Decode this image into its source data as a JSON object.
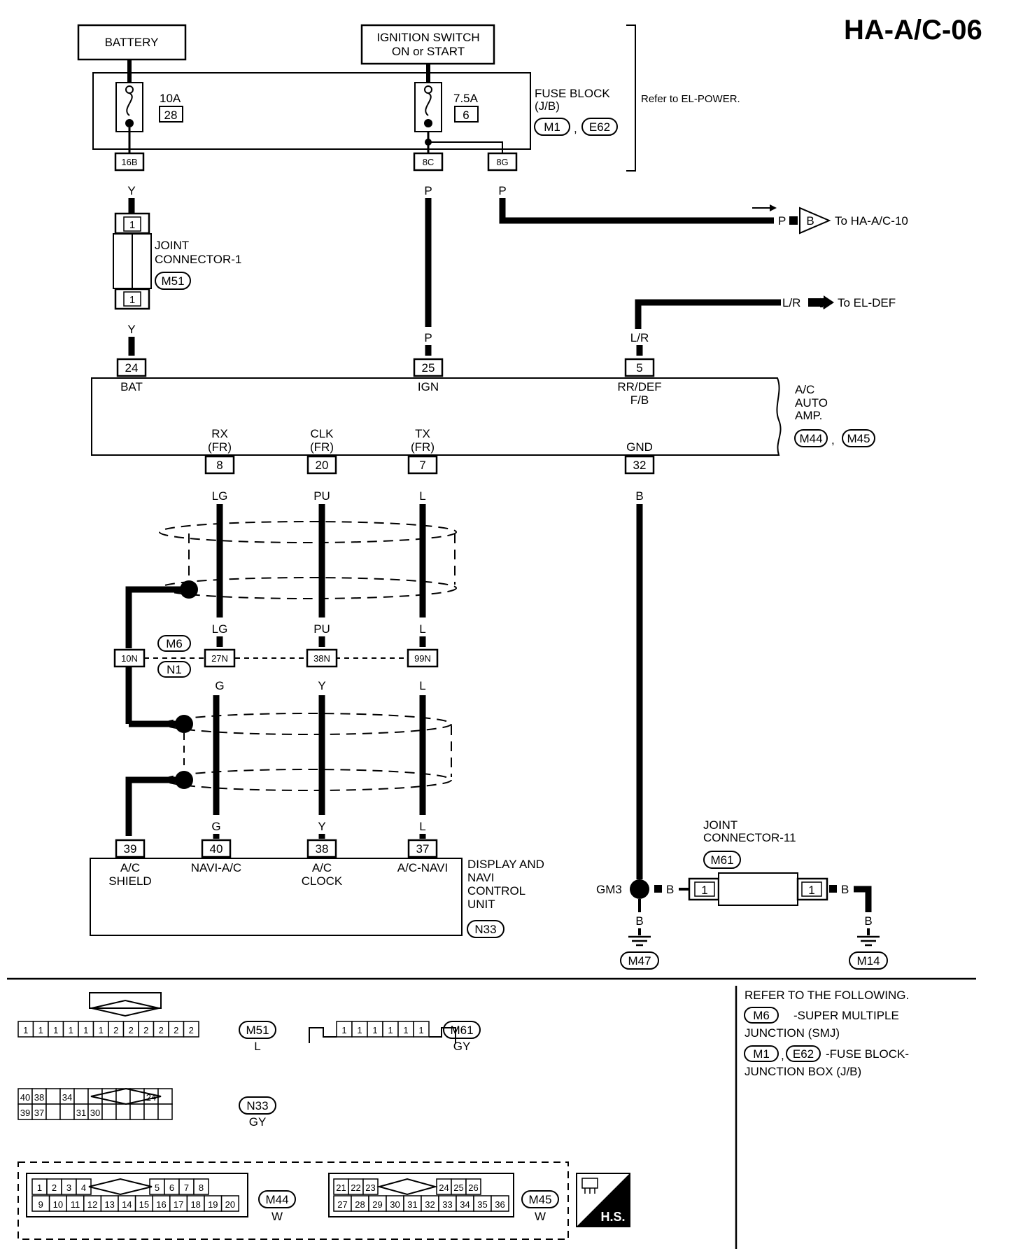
{
  "page_id": "HA-A/C-06",
  "battery": "BATTERY",
  "ignition": {
    "line1": "IGNITION SWITCH",
    "line2": "ON or START"
  },
  "fuse_block": {
    "fuse1_amp": "10A",
    "fuse1_num": "28",
    "fuse2_amp": "7.5A",
    "fuse2_num": "6",
    "label1": "FUSE BLOCK",
    "label2": "(J/B)",
    "conn1": "M1",
    "conn2": "E62",
    "refer": "Refer to EL-POWER.",
    "term_16b": "16B",
    "term_8c": "8C",
    "term_8g": "8G"
  },
  "wires": {
    "y": "Y",
    "p": "P",
    "lr": "L/R",
    "lg": "LG",
    "pu": "PU",
    "l": "L",
    "b": "B",
    "g": "G"
  },
  "joint1": {
    "line1": "JOINT",
    "line2": "CONNECTOR-1",
    "conn": "M51",
    "t1": "1",
    "t2": "1"
  },
  "arrow_b": {
    "wire": "P",
    "connector": "B",
    "to": "To HA-A/C-10"
  },
  "arrow_def": {
    "wire": "L/R",
    "to": "To EL-DEF"
  },
  "amp": {
    "t24": "24",
    "t25": "25",
    "t5": "5",
    "bat": "BAT",
    "ign": "IGN",
    "rrdef1": "RR/DEF",
    "rrdef2": "F/B",
    "name1": "A/C",
    "name2": "AUTO",
    "name3": "AMP.",
    "conn1": "M44",
    "conn2": "M45",
    "rx": "RX",
    "clk": "CLK",
    "tx": "TX",
    "fr": "(FR)",
    "gnd": "GND",
    "t8": "8",
    "t20": "20",
    "t7": "7",
    "t32": "32"
  },
  "smj": {
    "c10n": "10N",
    "c27n": "27N",
    "c38n": "38N",
    "c99n": "99N",
    "m6": "M6",
    "n1": "N1"
  },
  "display": {
    "t39": "39",
    "t40": "40",
    "t38": "38",
    "t37": "37",
    "ac": "A/C",
    "shield": "SHIELD",
    "navi_ac": "NAVI-A/C",
    "clock": "CLOCK",
    "ac_navi": "A/C-NAVI",
    "name1": "DISPLAY AND",
    "name2": "NAVI",
    "name3": "CONTROL",
    "name4": "UNIT",
    "conn": "N33"
  },
  "ground": {
    "gm3": "GM3",
    "m47": "M47",
    "m14": "M14",
    "joint11_1": "JOINT",
    "joint11_2": "CONNECTOR-11",
    "joint11_conn": "M61",
    "t1a": "1",
    "t1b": "1"
  },
  "reference": {
    "head": "REFER TO THE FOLLOWING.",
    "m6": "M6",
    "m6_text1": "-SUPER MULTIPLE",
    "m6_text2": "JUNCTION (SMJ)",
    "m1": "M1",
    "e62": "E62",
    "fb_text1": "-FUSE BLOCK-",
    "fb_text2": "JUNCTION BOX (J/B)"
  },
  "connectors": {
    "m51": {
      "id": "M51",
      "color": "L",
      "pins": [
        "1",
        "1",
        "1",
        "1",
        "1",
        "1",
        "2",
        "2",
        "2",
        "2",
        "2",
        "2"
      ]
    },
    "m61": {
      "id": "M61",
      "color": "GY",
      "pins": [
        "1",
        "1",
        "1",
        "1",
        "1",
        "1"
      ]
    },
    "n33": {
      "id": "N33",
      "color": "GY",
      "top": [
        "40",
        "38",
        "",
        "34",
        "",
        "",
        "",
        "",
        "",
        "24",
        ""
      ],
      "bot": [
        "39",
        "37",
        "",
        "",
        "31",
        "30",
        "",
        "",
        "",
        "",
        ""
      ]
    },
    "m44": {
      "id": "M44",
      "color": "W",
      "top": [
        "1",
        "2",
        "3",
        "4",
        "5",
        "6",
        "7",
        "8"
      ],
      "bot": [
        "9",
        "10",
        "11",
        "12",
        "13",
        "14",
        "15",
        "16",
        "17",
        "18",
        "19",
        "20"
      ]
    },
    "m45": {
      "id": "M45",
      "color": "W",
      "top": [
        "21",
        "22",
        "23",
        "24",
        "25",
        "26"
      ],
      "bot": [
        "27",
        "28",
        "29",
        "30",
        "31",
        "32",
        "33",
        "34",
        "35",
        "36"
      ]
    },
    "hs": "H.S."
  }
}
